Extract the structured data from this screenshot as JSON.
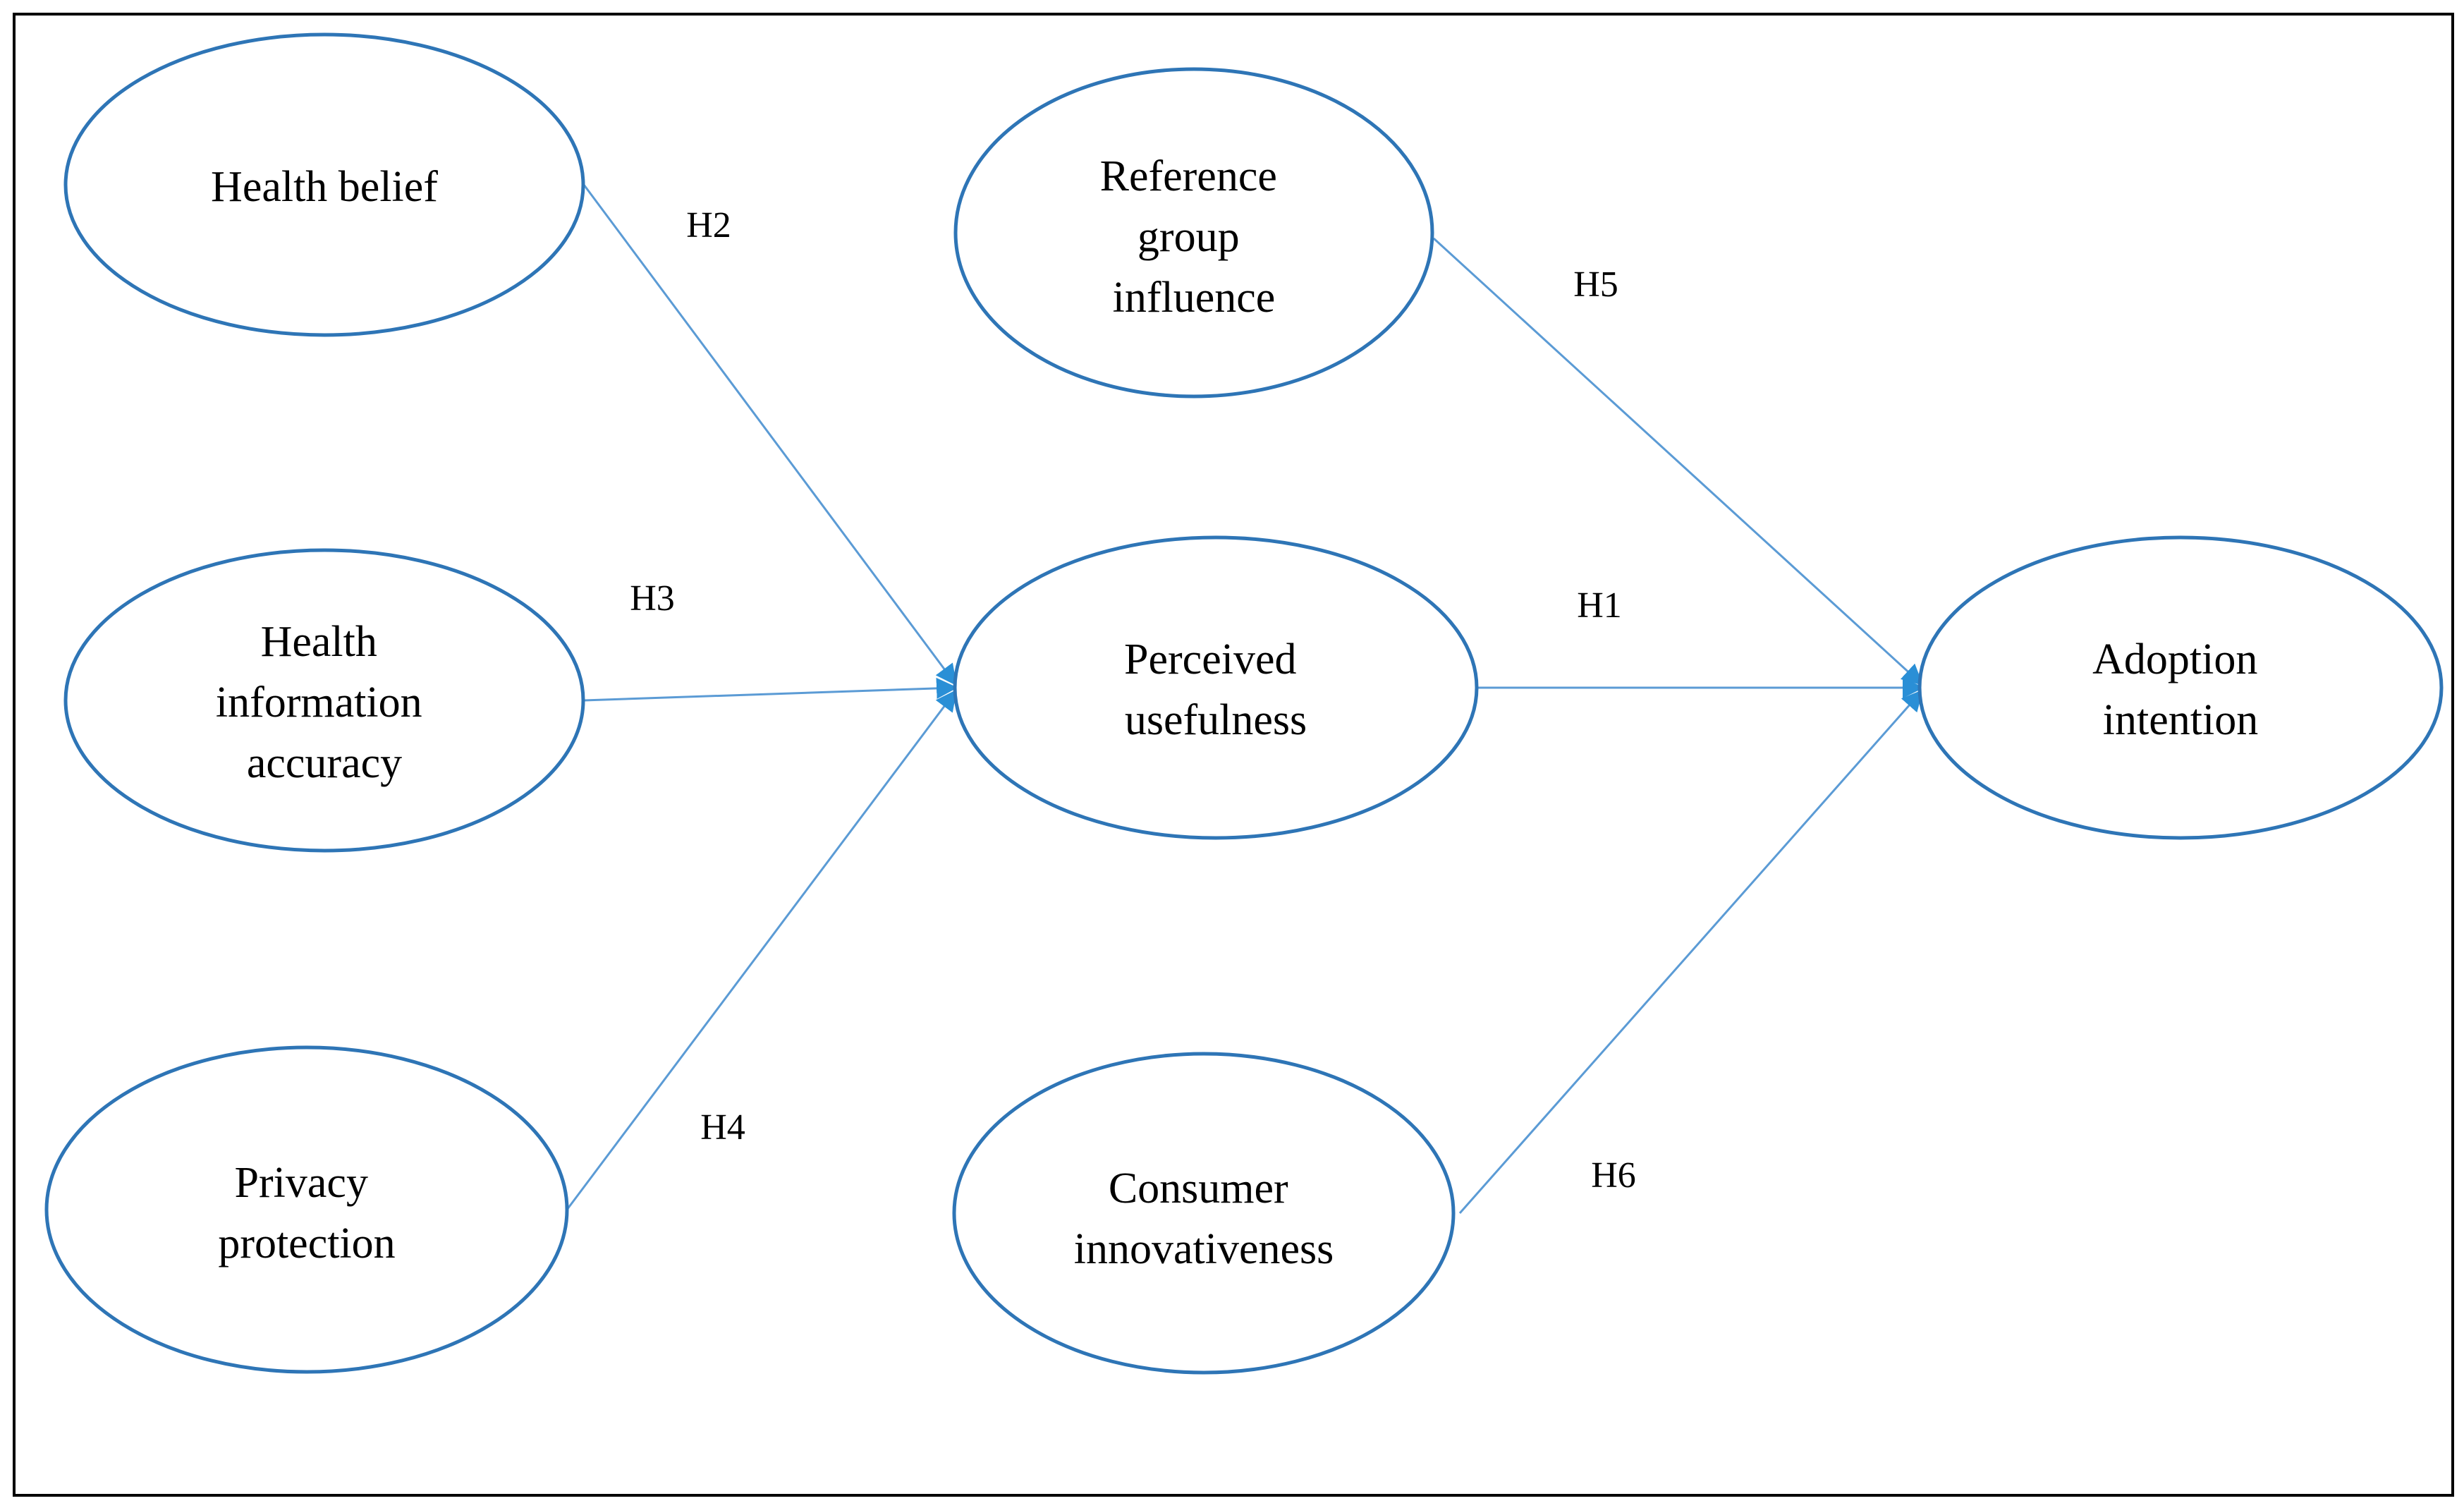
{
  "colors": {
    "ellipse_stroke": "#2e75b6",
    "arrow": "#5b9bd5",
    "frame": "#000000",
    "text": "#000000"
  },
  "nodes": {
    "health_belief": {
      "lines": [
        "Health belief"
      ]
    },
    "health_info_accuracy": {
      "lines": [
        "Health",
        "information",
        "accuracy"
      ]
    },
    "privacy_protection": {
      "lines": [
        "Privacy",
        "protection"
      ]
    },
    "reference_group": {
      "lines": [
        "Reference",
        "group",
        "influence"
      ]
    },
    "perceived_usefulness": {
      "lines": [
        "Perceived",
        "usefulness"
      ]
    },
    "consumer_innovativeness": {
      "lines": [
        "Consumer",
        "innovativeness"
      ]
    },
    "adoption_intention": {
      "lines": [
        "Adoption",
        "intention"
      ]
    }
  },
  "hypotheses": {
    "h1": "H1",
    "h2": "H2",
    "h3": "H3",
    "h4": "H4",
    "h5": "H5",
    "h6": "H6"
  }
}
